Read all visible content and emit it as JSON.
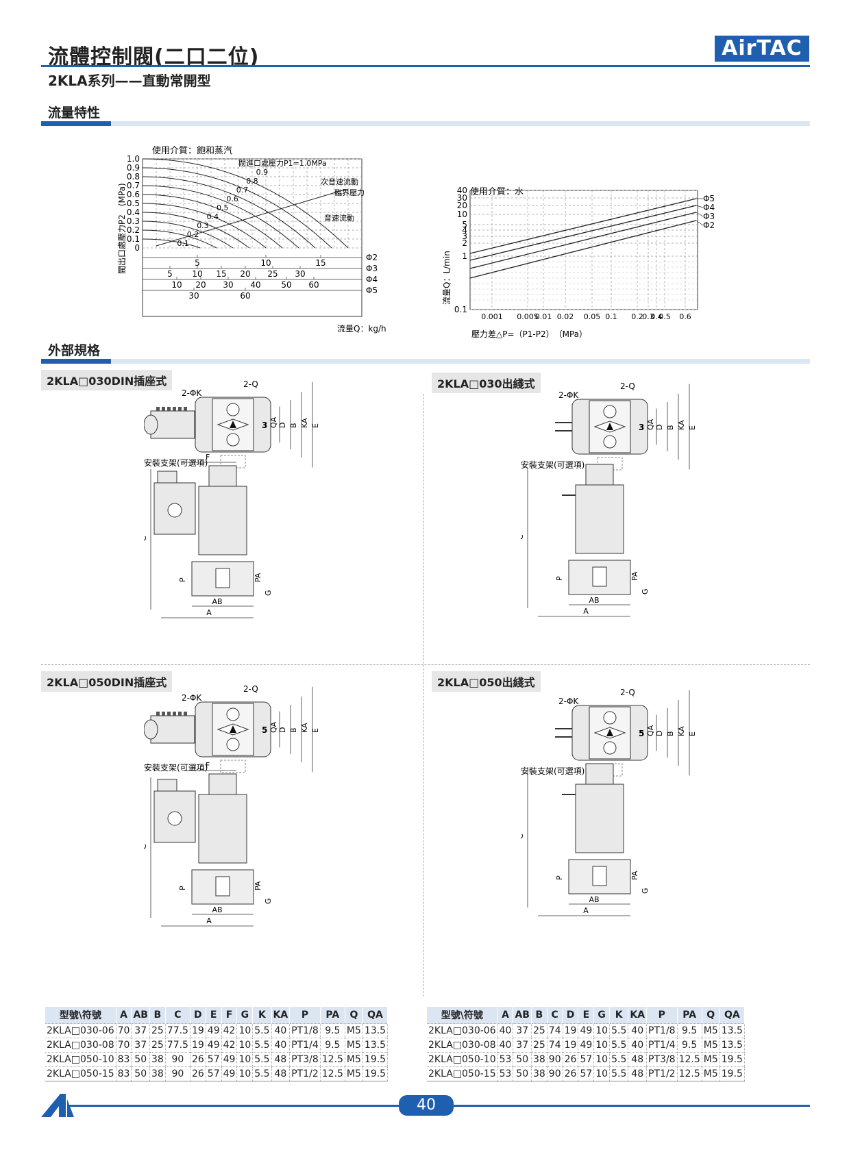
{
  "header": {
    "title": "流體控制閥(二口二位)",
    "subtitle": "2KLA系列——直動常開型",
    "brand": "AirTAC"
  },
  "sections": {
    "flow": "流量特性",
    "external": "外部規格"
  },
  "chart_left": {
    "medium_label": "使用介質：飽和蒸汽",
    "ylabel": "閥出口處壓力P2　(MPa)",
    "yticks": [
      "1.0",
      "0.9",
      "0.8",
      "0.7",
      "0.6",
      "0.5",
      "0.4",
      "0.3",
      "0.2",
      "0.1",
      "0"
    ],
    "curve_labels": [
      "閥進口處壓力P1=1.0MPa",
      "0.9",
      "0.8",
      "0.7",
      "0.6",
      "0.5",
      "0.4",
      "0.3",
      "0.2",
      "0.1"
    ],
    "annotations": [
      "次音速流動",
      "臨界壓力",
      "音速流動"
    ],
    "flow_rows": [
      {
        "ticks": [
          "5",
          "10",
          "15"
        ],
        "label": "Φ2"
      },
      {
        "ticks": [
          "5",
          "10",
          "15",
          "20",
          "25",
          "30"
        ],
        "label": "Φ3"
      },
      {
        "ticks": [
          "10",
          "20",
          "30",
          "40",
          "50",
          "60"
        ],
        "label": "Φ4"
      },
      {
        "ticks": [
          "30",
          "60"
        ],
        "label": "Φ5"
      }
    ],
    "xlabel": "流量Q：kg/h"
  },
  "chart_right": {
    "medium_label": "使用介質：水",
    "ylabel": "流量Q：L/min",
    "yticks": [
      "40",
      "30",
      "20",
      "10",
      "5",
      "4",
      "3",
      "2",
      "1",
      "0.1"
    ],
    "xticks": [
      "0.001",
      "0.005",
      "0.01",
      "0.02",
      "0.05",
      "0.1",
      "0.2",
      "0.3",
      "0.4",
      "0.5",
      "0.6"
    ],
    "xlabel": "壓力差△P=（P1-P2）　（MPa）",
    "series": [
      "Φ5",
      "Φ4",
      "Φ3",
      "Φ2"
    ]
  },
  "drawings": {
    "d1": {
      "title": "2KLA□030DIN插座式",
      "size": "3"
    },
    "d2": {
      "title": "2KLA□030出綫式",
      "size": "3"
    },
    "d3": {
      "title": "2KLA□050DIN插座式",
      "size": "5"
    },
    "d4": {
      "title": "2KLA□050出綫式",
      "size": "5"
    },
    "labels": {
      "q": "2-Q",
      "k": "2-ΦK",
      "bracket": "安裝支架(可選項)",
      "qa": "QA",
      "d": "D",
      "b": "B",
      "ka": "KA",
      "e": "E",
      "f": "F",
      "c": "C",
      "p": "P",
      "pa": "PA",
      "g": "G",
      "ab": "AB",
      "a": "A"
    }
  },
  "table_left": {
    "headers": [
      "型號\\符號",
      "A",
      "AB",
      "B",
      "C",
      "D",
      "E",
      "F",
      "G",
      "K",
      "KA",
      "P",
      "PA",
      "Q",
      "QA"
    ],
    "rows": [
      [
        "2KLA□030-06",
        "70",
        "37",
        "25",
        "77.5",
        "19",
        "49",
        "42",
        "10",
        "5.5",
        "40",
        "PT1/8",
        "9.5",
        "M5",
        "13.5"
      ],
      [
        "2KLA□030-08",
        "70",
        "37",
        "25",
        "77.5",
        "19",
        "49",
        "42",
        "10",
        "5.5",
        "40",
        "PT1/4",
        "9.5",
        "M5",
        "13.5"
      ],
      [
        "2KLA□050-10",
        "83",
        "50",
        "38",
        "90",
        "26",
        "57",
        "49",
        "10",
        "5.5",
        "48",
        "PT3/8",
        "12.5",
        "M5",
        "19.5"
      ],
      [
        "2KLA□050-15",
        "83",
        "50",
        "38",
        "90",
        "26",
        "57",
        "49",
        "10",
        "5.5",
        "48",
        "PT1/2",
        "12.5",
        "M5",
        "19.5"
      ]
    ]
  },
  "table_right": {
    "headers": [
      "型號\\符號",
      "A",
      "AB",
      "B",
      "C",
      "D",
      "E",
      "G",
      "K",
      "KA",
      "P",
      "PA",
      "Q",
      "QA"
    ],
    "rows": [
      [
        "2KLA□030-06",
        "40",
        "37",
        "25",
        "74",
        "19",
        "49",
        "10",
        "5.5",
        "40",
        "PT1/8",
        "9.5",
        "M5",
        "13.5"
      ],
      [
        "2KLA□030-08",
        "40",
        "37",
        "25",
        "74",
        "19",
        "49",
        "10",
        "5.5",
        "40",
        "PT1/4",
        "9.5",
        "M5",
        "13.5"
      ],
      [
        "2KLA□050-10",
        "53",
        "50",
        "38",
        "90",
        "26",
        "57",
        "10",
        "5.5",
        "48",
        "PT3/8",
        "12.5",
        "M5",
        "19.5"
      ],
      [
        "2KLA□050-15",
        "53",
        "50",
        "38",
        "90",
        "26",
        "57",
        "10",
        "5.5",
        "48",
        "PT1/2",
        "12.5",
        "M5",
        "19.5"
      ]
    ]
  },
  "footer": {
    "page": "40"
  }
}
